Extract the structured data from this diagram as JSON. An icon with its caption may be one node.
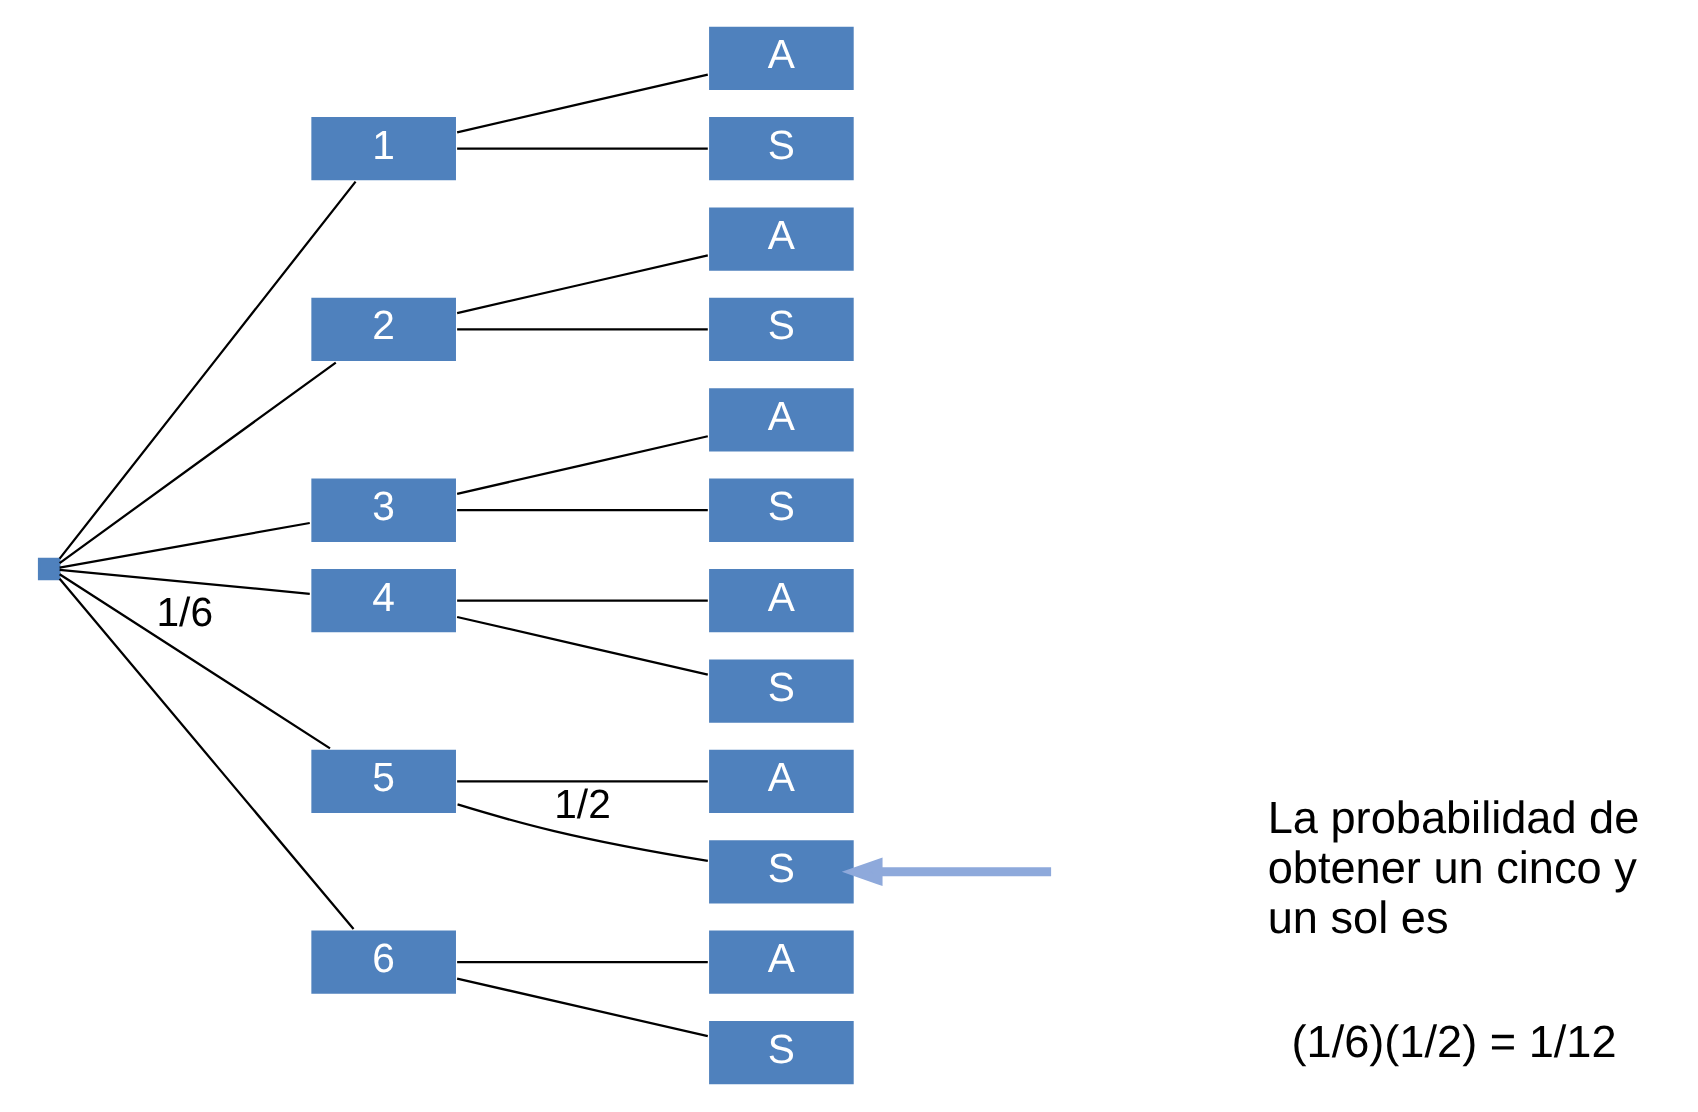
{
  "diagram": {
    "nodes": [
      {
        "text": [],
        "shape": "box"
      },
      {
        "text": [
          "1"
        ]
      },
      {
        "text": [
          "2"
        ]
      },
      {
        "text": [
          "3"
        ]
      },
      {
        "text": [
          "4"
        ]
      },
      {
        "text": [
          "5"
        ]
      },
      {
        "text": [
          "6"
        ]
      },
      {
        "text": [
          "A"
        ]
      },
      {
        "text": [
          "S"
        ]
      },
      {
        "text": [
          "A"
        ]
      },
      {
        "text": [
          "S"
        ]
      },
      {
        "text": [
          "A"
        ]
      },
      {
        "text": [
          "S"
        ]
      },
      {
        "text": [
          "A"
        ]
      },
      {
        "text": [
          "S"
        ]
      },
      {
        "text": [
          "A"
        ]
      },
      {
        "text": [
          "S"
        ]
      },
      {
        "text": [
          "A"
        ]
      },
      {
        "text": [
          "S"
        ]
      }
    ],
    "edges": [
      {
        "from": 0,
        "to": 1,
        "arrow": "none"
      },
      {
        "from": 0,
        "to": 2,
        "arrow": "none"
      },
      {
        "from": 0,
        "to": 3,
        "arrow": "none"
      },
      {
        "from": 0,
        "to": 4,
        "arrow": "none"
      },
      {
        "from": 0,
        "to": 5,
        "arrow": "none",
        "label": "1/6"
      },
      {
        "from": 0,
        "to": 6,
        "arrow": "none"
      },
      {
        "from": 1,
        "to": 7,
        "arrow": "none"
      },
      {
        "from": 1,
        "to": 8,
        "arrow": "none"
      },
      {
        "from": 2,
        "to": 9,
        "arrow": "none"
      },
      {
        "from": 2,
        "to": 10,
        "arrow": "none"
      },
      {
        "from": 3,
        "to": 11,
        "arrow": "none"
      },
      {
        "from": 3,
        "to": 12,
        "arrow": "none"
      },
      {
        "from": 4,
        "to": 13,
        "arrow": "none"
      },
      {
        "from": 4,
        "to": 14,
        "arrow": "none"
      },
      {
        "from": 5,
        "to": 15,
        "arrow": "none"
      },
      {
        "from": 5,
        "to": 16,
        "arrow": "none",
        "label": "1/2"
      },
      {
        "from": 6,
        "to": 17,
        "arrow": "none"
      },
      {
        "from": 6,
        "to": 18,
        "arrow": "none"
      },
      {
        "from": null,
        "to": 16,
        "arrow": "to",
        "style": "thick",
        "color": "#8ea9db"
      }
    ],
    "labels": [
      "La probabilidad de obtener un cinco y un sol es",
      "(1/6)(1/2) = 1/12"
    ]
  }
}
